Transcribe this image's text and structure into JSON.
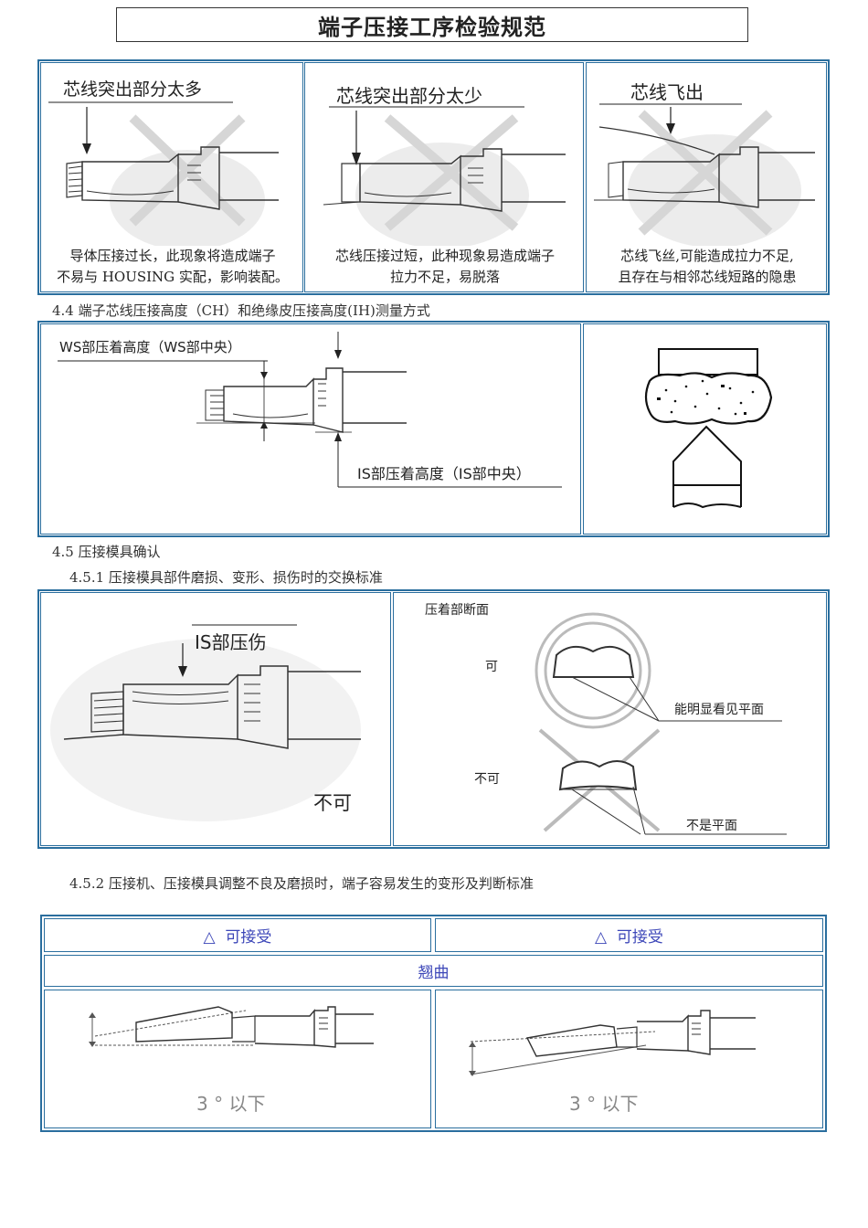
{
  "title": "端子压接工序检验规范",
  "defects": [
    {
      "label": "芯线突出部分太多",
      "caption_lines": [
        "导体压接过长，此现象将造成端子",
        "不易与 HOUSING 实配，影响装配。"
      ]
    },
    {
      "label": "芯线突出部分太少",
      "caption_lines": [
        "芯线压接过短，此种现象易造成端子",
        "拉力不足，易脱落"
      ]
    },
    {
      "label": "芯线飞出",
      "caption_lines": [
        "芯线飞丝,可能造成拉力不足,",
        "且存在与相邻芯线短路的隐患"
      ]
    }
  ],
  "section_4_4": {
    "heading": "4.4 端子芯线压接高度（CH）和绝缘皮压接高度(IH)测量方式",
    "ws_label": "WS部压着高度（WS部中央）",
    "is_label": "IS部压着高度（IS部中央）"
  },
  "section_4_5": {
    "heading": "4.5 压接模具确认",
    "sub_heading": "4.5.1 压接模具部件磨损、变形、损伤时的交换标准",
    "is_damage_label": "IS部压伤",
    "not_ok": "不可",
    "cross_section_title": "压着部断面",
    "ok": "可",
    "flat_visible": "能明显看见平面",
    "not_ok_small": "不可",
    "not_flat": "不是平面"
  },
  "section_4_5_2": {
    "heading": "4.5.2 压接机、压接模具调整不良及磨损时，端子容易发生的变形及判断标准",
    "headers": [
      "△  可接受",
      "△  可接受"
    ],
    "category": "翘曲",
    "angle_notes": [
      "3 ° 以下",
      "3 ° 以下"
    ]
  }
}
